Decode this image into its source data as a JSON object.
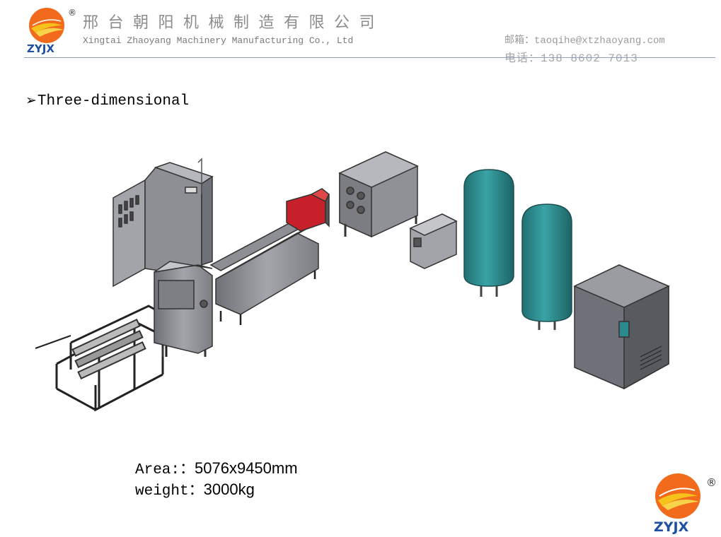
{
  "header": {
    "logo_text": "ZYJX",
    "registered_mark": "®",
    "company_cn": "邢台朝阳机械制造有限公司",
    "company_en": "Xingtai Zhaoyang Machinery Manufacturing Co., Ltd",
    "email": "邮箱：taoqihe@xtzhaoyang.com",
    "phone": "电话：138 8602 7013"
  },
  "section": {
    "bullet": "➢",
    "heading": "Three-dimensional"
  },
  "specs": {
    "area_label": "Area:：",
    "area_value": "5076x9450mm",
    "weight_label": "weight：",
    "weight_value": "3000kg"
  },
  "colors": {
    "logo_orange": "#f26a1b",
    "logo_yellow": "#f7c21b",
    "logo_blue": "#1f4fa3",
    "tank_teal": "#2b8a8c",
    "machine_gray": "#8d8f95",
    "motor_red": "#c8202a",
    "header_rule": "#8aa0c8"
  }
}
